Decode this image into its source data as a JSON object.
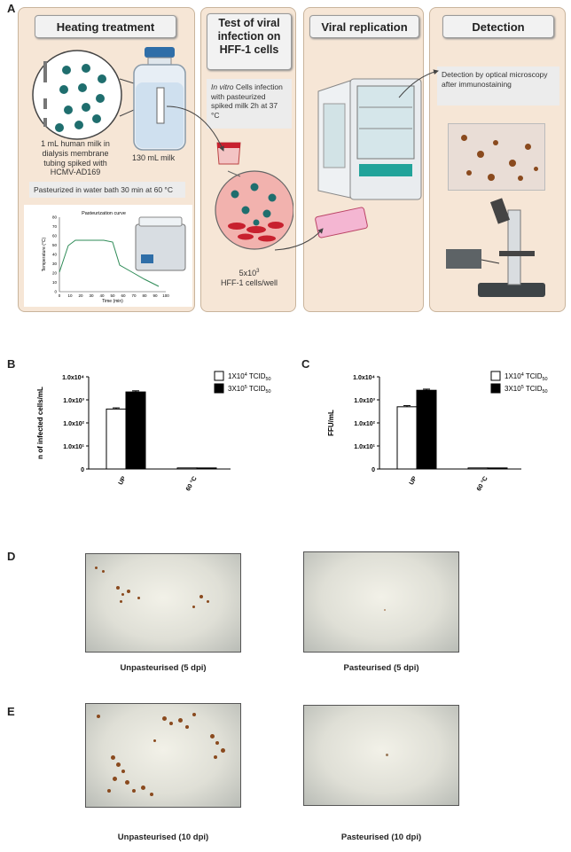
{
  "panel_letters": {
    "a": "A",
    "b": "B",
    "c": "C",
    "d": "D",
    "e": "E"
  },
  "panel_a": {
    "heating": {
      "title": "Heating treatment",
      "milk_label": "1 mL human milk in dialysis membrane tubing spiked with HCMV-AD169",
      "bottle_label": "130 mL milk",
      "pasteurized_note": "Pasteurized in water bath 30 min at 60 °C",
      "curve_title": "Pasteurization curve",
      "curve_xlabel": "Time (min)",
      "curve_ylabel": "Temperature (°C)",
      "curve_yticks": [
        "80",
        "70",
        "60",
        "50",
        "40",
        "30",
        "20",
        "10",
        "0"
      ],
      "curve_xticks": [
        "0",
        "10",
        "20",
        "30",
        "40",
        "50",
        "60",
        "70",
        "80",
        "90",
        "100"
      ]
    },
    "infection": {
      "title": "Test of viral infection on HFF-1 cells",
      "note_italic": "In vitro",
      "note_rest": " Cells infection with pasteurized spiked milk 2h at 37 °C",
      "cells_label_1": "5x10",
      "cells_label_exp": "3",
      "cells_label_2": "HFF-1 cells/well"
    },
    "replication": {
      "title": "Viral replication"
    },
    "detection": {
      "title": "Detection",
      "note": "Detection by optical microscopy after immunostaining"
    }
  },
  "panel_b": {
    "ylabel": "n of infected cells/mL",
    "legend": [
      {
        "label": "1X10",
        "exp": "4",
        "sub": "TCID",
        "subsub": "50",
        "fill": "#ffffff"
      },
      {
        "label": "3X10",
        "exp": "5",
        "sub": "TCID",
        "subsub": "50",
        "fill": "#000000"
      }
    ]
  },
  "panel_c": {
    "ylabel": "FFU/mL",
    "legend": [
      {
        "label": "1X10",
        "exp": "4",
        "sub": "TCID",
        "subsub": "50",
        "fill": "#ffffff"
      },
      {
        "label": "3X10",
        "exp": "5",
        "sub": "TCID",
        "subsub": "50",
        "fill": "#000000"
      }
    ]
  },
  "chart_data": [
    {
      "type": "bar",
      "panel": "B",
      "ylabel": "n of infected cells/mL",
      "categories": [
        "UP",
        "60 °C"
      ],
      "yscale": "log-like",
      "yticks": [
        "0",
        "1.0x10¹",
        "1.0x10²",
        "1.0x10³",
        "1.0x10⁴"
      ],
      "series": [
        {
          "name": "1X10⁴ TCID₅₀",
          "values": [
            400,
            0
          ]
        },
        {
          "name": "3X10⁵ TCID₅₀",
          "values": [
            2200,
            0
          ]
        }
      ]
    },
    {
      "type": "bar",
      "panel": "C",
      "ylabel": "FFU/mL",
      "categories": [
        "UP",
        "60 °C"
      ],
      "yscale": "log-like",
      "yticks": [
        "0",
        "1.0x10¹",
        "1.0x10²",
        "1.0x10³",
        "1.0x10⁴"
      ],
      "series": [
        {
          "name": "1X10⁴ TCID₅₀",
          "values": [
            500,
            0
          ]
        },
        {
          "name": "3X10⁵ TCID₅₀",
          "values": [
            2600,
            0
          ]
        }
      ]
    }
  ],
  "panel_d": {
    "left_caption": "Unpasteurised (5 dpi)",
    "right_caption": "Pasteurised (5 dpi)"
  },
  "panel_e": {
    "left_caption": "Unpasteurised (10 dpi)",
    "right_caption": "Pasteurised (10 dpi)"
  },
  "colors": {
    "stage_bg": "#f6e6d6",
    "stage_border": "#c9b49c",
    "virus": "#1f6e6e",
    "stain": "#8a4a1e"
  }
}
